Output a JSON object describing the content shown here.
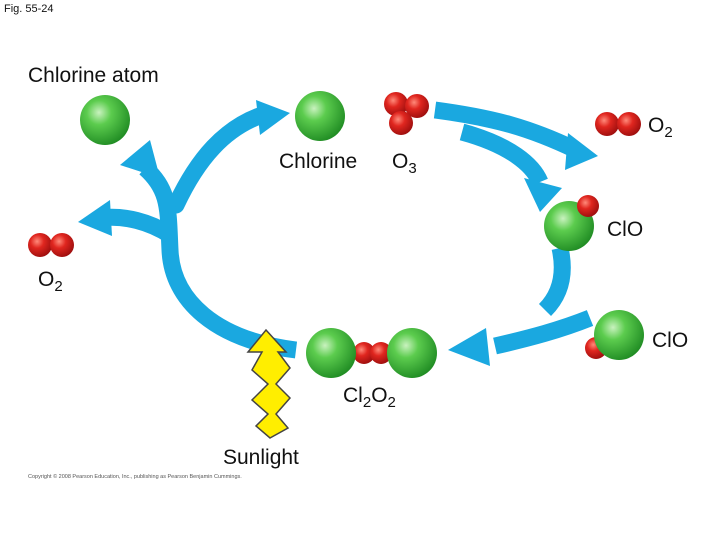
{
  "figure_label": "Fig. 55-24",
  "labels": {
    "chlorine_atom": "Chlorine atom",
    "chlorine": "Chlorine",
    "ozone_base": "O",
    "ozone_sub": "3",
    "o2_right_base": "O",
    "o2_right_sub": "2",
    "o2_left_base": "O",
    "o2_left_sub": "2",
    "clo_top": "ClO",
    "clo_bottom": "ClO",
    "cl2o2_a": "Cl",
    "cl2o2_sub1": "2",
    "cl2o2_b": "O",
    "cl2o2_sub2": "2",
    "sunlight": "Sunlight"
  },
  "copyright": "Copyright © 2008 Pearson Education, Inc., publishing as Pearson Benjamin Cummings.",
  "colors": {
    "arrow": "#1aa8e0",
    "chlorine_green": "#3cb53c",
    "oxygen_red": "#d21e1e",
    "sunlight_yellow": "#ffee00"
  }
}
